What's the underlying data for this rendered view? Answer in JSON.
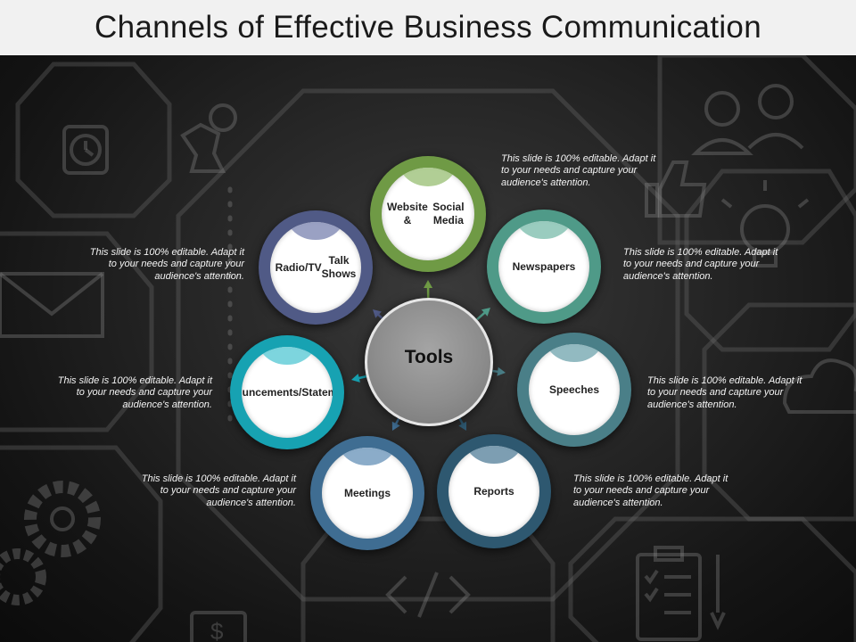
{
  "title": "Channels of Effective Business Communication",
  "hub": {
    "label": "Tools",
    "color": "#8d8d8d"
  },
  "nodes": [
    {
      "id": "website",
      "label_lines": [
        "Website &",
        "Social Media"
      ],
      "ring": "#6f9a45",
      "arc": "#a9c98a"
    },
    {
      "id": "newspapers",
      "label_lines": [
        "Newspapers"
      ],
      "ring": "#4f9a88",
      "arc": "#8fc6b8"
    },
    {
      "id": "speeches",
      "label_lines": [
        "Speeches"
      ],
      "ring": "#4a7f88",
      "arc": "#86b2ba"
    },
    {
      "id": "reports",
      "label_lines": [
        "Reports"
      ],
      "ring": "#2e5870",
      "arc": "#6f93aa"
    },
    {
      "id": "meetings",
      "label_lines": [
        "Meetings"
      ],
      "ring": "#3f6d92",
      "arc": "#7ea3c3"
    },
    {
      "id": "announcements",
      "label_lines": [
        "Announcements/",
        "Statements"
      ],
      "ring": "#17a2b2",
      "arc": "#6fd0da"
    },
    {
      "id": "radio",
      "label_lines": [
        "Radio/TV",
        "Talk Shows"
      ],
      "ring": "#505a86",
      "arc": "#8f97bd"
    }
  ],
  "descriptions": {
    "website": [
      "This slide is 100% editable. Adapt it",
      "to your needs and capture your",
      "audience's attention."
    ],
    "newspapers": [
      "This slide is 100% editable. Adapt it",
      "to your needs and capture your",
      "audience's attention."
    ],
    "speeches": [
      "This slide is 100% editable. Adapt it",
      "to your needs and capture your",
      "audience's attention."
    ],
    "reports": [
      "This slide is 100% editable. Adapt it",
      "to your needs and capture your",
      "audience's attention."
    ],
    "meetings": [
      "This slide is 100% editable. Adapt it",
      "to your needs and capture your",
      "audience's attention."
    ],
    "announcements": [
      "This slide is 100% editable. Adapt it",
      "to your needs and capture your",
      "audience's attention."
    ],
    "radio": [
      "This slide is 100% editable. Adapt it",
      "to your needs and capture your",
      "audience's attention."
    ]
  },
  "background_icons": [
    "chess-knight-icon",
    "clock-icon",
    "envelope-icon",
    "gear-icon",
    "thumbs-up-icon",
    "lightbulb-icon",
    "people-icon",
    "cloud-icon",
    "code-icon",
    "clipboard-icon",
    "dollar-icon"
  ]
}
